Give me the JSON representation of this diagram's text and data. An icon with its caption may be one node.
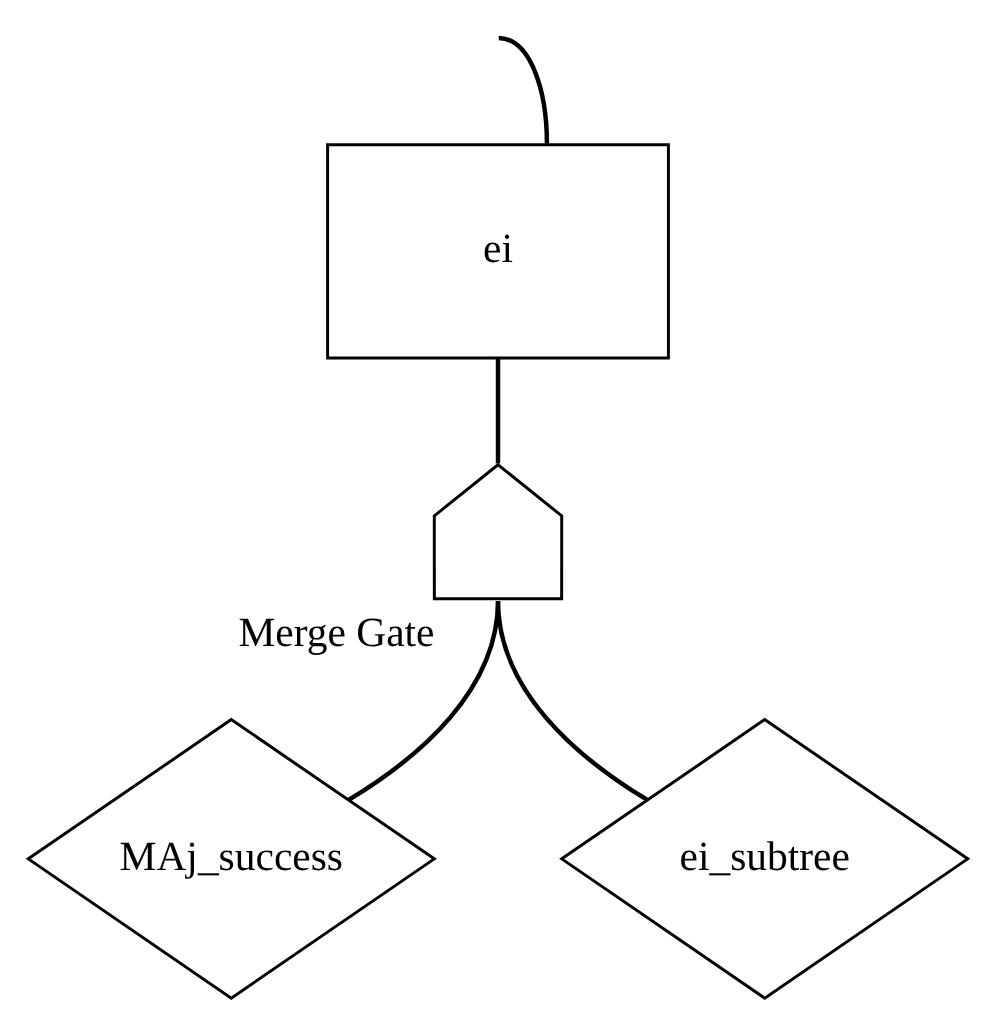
{
  "diagram": {
    "nodes": [
      {
        "text": [
          "ei"
        ]
      },
      {
        "text": [],
        "shape": "gate",
        "beside": [
          "Merge Gate"
        ]
      },
      {
        "text": [
          "MAj_success"
        ]
      },
      {
        "text": [
          "ei_subtree"
        ]
      }
    ],
    "edges": [
      {
        "from": null,
        "to": 0,
        "arrow": "none"
      },
      {
        "from": 1,
        "to": 0,
        "arrow": "none"
      },
      {
        "from": 2,
        "to": 1,
        "arrow": "none"
      },
      {
        "from": 3,
        "to": 1,
        "arrow": "none"
      }
    ]
  }
}
